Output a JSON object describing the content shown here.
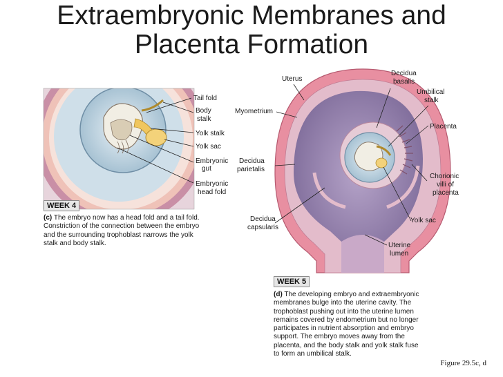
{
  "title": {
    "line1": "Extraembryonic Membranes and",
    "line2": "Placenta Formation"
  },
  "left_panel": {
    "labels": {
      "tail_fold": "Tail fold",
      "body_stalk_1": "Body",
      "body_stalk_2": "stalk",
      "yolk_stalk": "Yolk stalk",
      "yolk_sac": "Yolk sac",
      "embryonic_gut_1": "Embryonic",
      "embryonic_gut_2": "gut",
      "head_fold_1": "Embryonic",
      "head_fold_2": "head fold"
    },
    "week": "WEEK 4",
    "caption": {
      "letter": "(c)",
      "line1": "The embryo now has a head fold and a tail fold.",
      "line2": "Constriction of the connection between the embryo",
      "line3": "and the surrounding trophoblast narrows the yolk",
      "line4": "stalk and body stalk."
    }
  },
  "right_panel": {
    "labels": {
      "uterus": "Uterus",
      "decidua_basalis_1": "Decidua",
      "decidua_basalis_2": "basalis",
      "umbilical_stalk_1": "Umbilical",
      "umbilical_stalk_2": "stalk",
      "myometrium": "Myometrium",
      "placenta": "Placenta",
      "decidua_parietalis_1": "Decidua",
      "decidua_parietalis_2": "parietalis",
      "chorionic_villi_1": "Chorionic",
      "chorionic_villi_2": "villi of",
      "chorionic_villi_3": "placenta",
      "yolk_sac": "Yolk sac",
      "decidua_capsularis_1": "Decidua",
      "decidua_capsularis_2": "capsularis",
      "uterine_lumen_1": "Uterine",
      "uterine_lumen_2": "lumen"
    },
    "week": "WEEK 5",
    "caption": {
      "letter": "(d)",
      "line1": "The developing embryo and extraembryonic",
      "line2": "membranes bulge into the uterine cavity. The",
      "line3": "trophoblast pushing out into the uterine lumen",
      "line4": "remains covered by endometrium but no longer",
      "line5": "participates in nutrient absorption and embryo",
      "line6": "support. The embryo moves away from the",
      "line7": "placenta, and the body stalk and yolk stalk fuse",
      "line8": "to form an umbilical stalk."
    }
  },
  "figure_ref": "Figure 29.5c, d",
  "colors": {
    "myometrium": "#e98a9c",
    "endometrium": "#d9b3c3",
    "cavity": "#8e7ca8",
    "amnion": "#b9d2e0",
    "yolk": "#f3d27a",
    "uterine_lumen": "#c9a9c8"
  }
}
